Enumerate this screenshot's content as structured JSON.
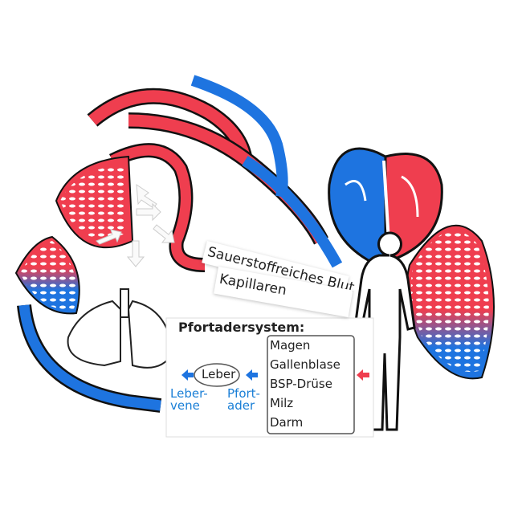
{
  "labels": {
    "oxygen_rich_blood": "Sauerstoffreiches Blut",
    "capillaries": "Kapillaren"
  },
  "portal_card": {
    "title": "Pfortadersystem:",
    "liver": "Leber",
    "liver_vein": [
      "Leber-",
      "vene"
    ],
    "portal_vein": [
      "Pfort-",
      "ader"
    ],
    "organs": [
      "Magen",
      "Gallenblase",
      "BSP-Drüse",
      "Milz",
      "Darm"
    ]
  },
  "colors": {
    "red": "#ef3e4f",
    "blue": "#1e74e0",
    "text_blue": "#1a7fd6",
    "outline": "#111111"
  }
}
